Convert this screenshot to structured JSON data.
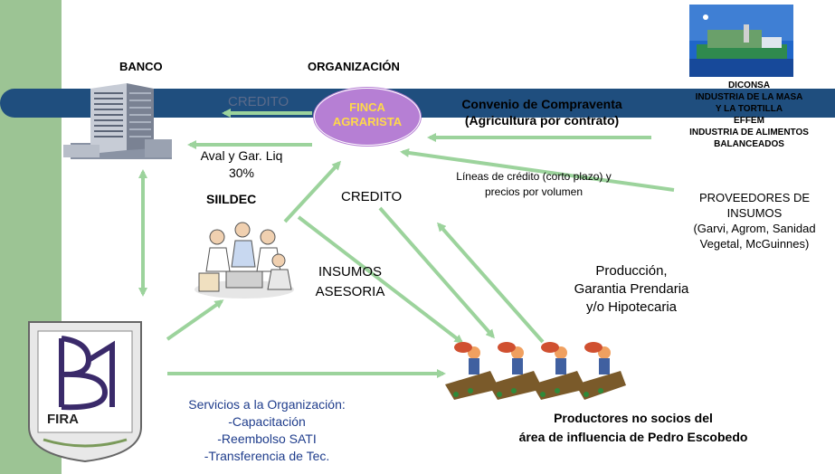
{
  "labels": {
    "banco": "BANCO",
    "organizacion": "ORGANIZACIÓN",
    "finca_line1": "FINCA",
    "finca_line2": "AGRARISTA",
    "credito_top": "CREDITO",
    "convenio_line1": "Convenio de Compraventa",
    "convenio_line2": "(Agricultura por contrato)",
    "aval_line1": "Aval y Gar. Liq",
    "aval_line2": "30%",
    "siildec": "SIILDEC",
    "credito_mid": "CREDITO",
    "lineas_line1": "Líneas de crédito (corto plazo) y",
    "lineas_line2": "precios por  volumen",
    "insumos": "INSUMOS",
    "asesoria": "ASESORIA",
    "produccion_line1": "Producción,",
    "produccion_line2": "Garantia Prendaria",
    "produccion_line3": "y/o Hipotecaria",
    "servicios_title": "Servicios a la Organización:",
    "servicios_1": "-Capacitación",
    "servicios_2": "-Reembolso SATI",
    "servicios_3": "-Transferencia de Tec.",
    "productores_line1": "Productores  no socios del",
    "productores_line2": "área de influencia de Pedro Escobedo",
    "buyers_1": "DICONSA",
    "buyers_2": "INDUSTRIA DE LA MASA",
    "buyers_3": "Y LA TORTILLA",
    "buyers_4": "EFFEM",
    "buyers_5": "INDUSTRIA DE ALIMENTOS",
    "buyers_6": "BALANCEADOS",
    "proveedores_line1": "PROVEEDORES DE",
    "proveedores_line2": "INSUMOS",
    "proveedores_line3": "(Garvi, Agrom, Sanidad",
    "proveedores_line4": "Vegetal, McGuinnes)",
    "fira": "FIRA"
  },
  "colors": {
    "sidebar": "#9cc494",
    "band": "#1f4e7e",
    "arrow": "#9cd39c",
    "finca_fill": "#b67fd4",
    "finca_text": "#ffd94a",
    "services_text": "#1f3d8c"
  },
  "icons": {
    "bank": "office-building-icon",
    "meeting": "people-meeting-icon",
    "fira_logo": "fira-shield-logo",
    "industry": "factory-landscape-icon",
    "farmers": "farmer-carrying-sack-icon"
  }
}
